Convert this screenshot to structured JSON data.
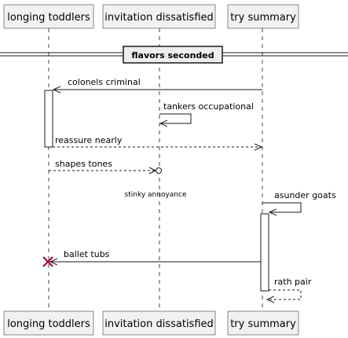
{
  "participants": {
    "p1": "longing toddlers",
    "p2": "invitation dissatisfied",
    "p3": "try summary"
  },
  "divider": "flavors seconded",
  "messages": {
    "m1": "colonels criminal",
    "m2": "tankers occupational",
    "m3": "reassure nearly",
    "m4": "shapes tones",
    "m5": "asunder goats",
    "m6": "ballet tubs",
    "m7": "rath pair"
  },
  "note": "stinky annoyance"
}
